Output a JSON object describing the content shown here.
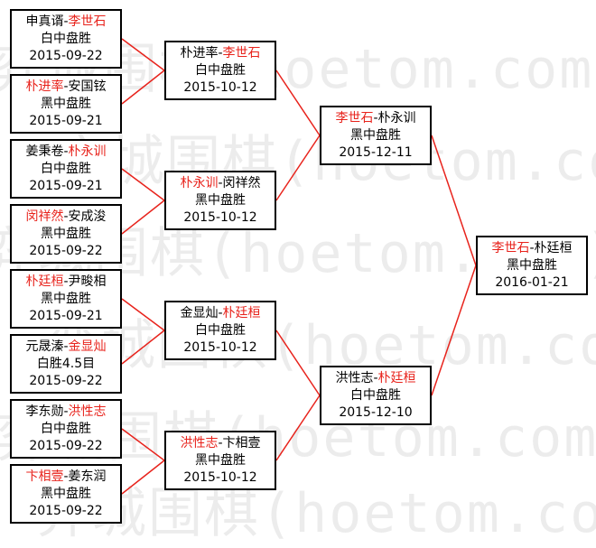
{
  "watermark": "弈城围棋(hoetom.com)",
  "colors": {
    "winner": "#e8231c",
    "line": "#e8231c",
    "border": "#000000"
  },
  "round1": [
    {
      "p1": "申真谞",
      "p2": "李世石",
      "winner": 2,
      "result": "白中盘胜",
      "date": "2015-09-22"
    },
    {
      "p1": "朴进率",
      "p2": "安国铉",
      "winner": 1,
      "result": "黑中盘胜",
      "date": "2015-09-21"
    },
    {
      "p1": "姜秉卷",
      "p2": "朴永训",
      "winner": 2,
      "result": "白中盘胜",
      "date": "2015-09-21"
    },
    {
      "p1": "闵祥然",
      "p2": "安成浚",
      "winner": 1,
      "result": "黑中盘胜",
      "date": "2015-09-22"
    },
    {
      "p1": "朴廷桓",
      "p2": "尹畯相",
      "winner": 1,
      "result": "黑中盘胜",
      "date": "2015-09-21"
    },
    {
      "p1": "元晟溱",
      "p2": "金显灿",
      "winner": 2,
      "result": "白胜4.5目",
      "date": "2015-09-22"
    },
    {
      "p1": "李东勋",
      "p2": "洪性志",
      "winner": 2,
      "result": "白中盘胜",
      "date": "2015-09-22"
    },
    {
      "p1": "卞相壹",
      "p2": "姜东润",
      "winner": 1,
      "result": "黑中盘胜",
      "date": "2015-09-22"
    }
  ],
  "round2": [
    {
      "p1": "朴进率",
      "p2": "李世石",
      "winner": 2,
      "result": "白中盘胜",
      "date": "2015-10-12"
    },
    {
      "p1": "朴永训",
      "p2": "闵祥然",
      "winner": 1,
      "result": "黑中盘胜",
      "date": "2015-10-12"
    },
    {
      "p1": "金显灿",
      "p2": "朴廷桓",
      "winner": 2,
      "result": "白中盘胜",
      "date": "2015-10-12"
    },
    {
      "p1": "洪性志",
      "p2": "卞相壹",
      "winner": 1,
      "result": "黑中盘胜",
      "date": "2015-10-12"
    }
  ],
  "round3": [
    {
      "p1": "李世石",
      "p2": "朴永训",
      "winner": 1,
      "result": "黑中盘胜",
      "date": "2015-12-11"
    },
    {
      "p1": "洪性志",
      "p2": "朴廷桓",
      "winner": 2,
      "result": "白中盘胜",
      "date": "2015-12-10"
    }
  ],
  "final": [
    {
      "p1": "李世石",
      "p2": "朴廷桓",
      "winner": 1,
      "result": "黑中盘胜",
      "date": "2016-01-21"
    }
  ]
}
